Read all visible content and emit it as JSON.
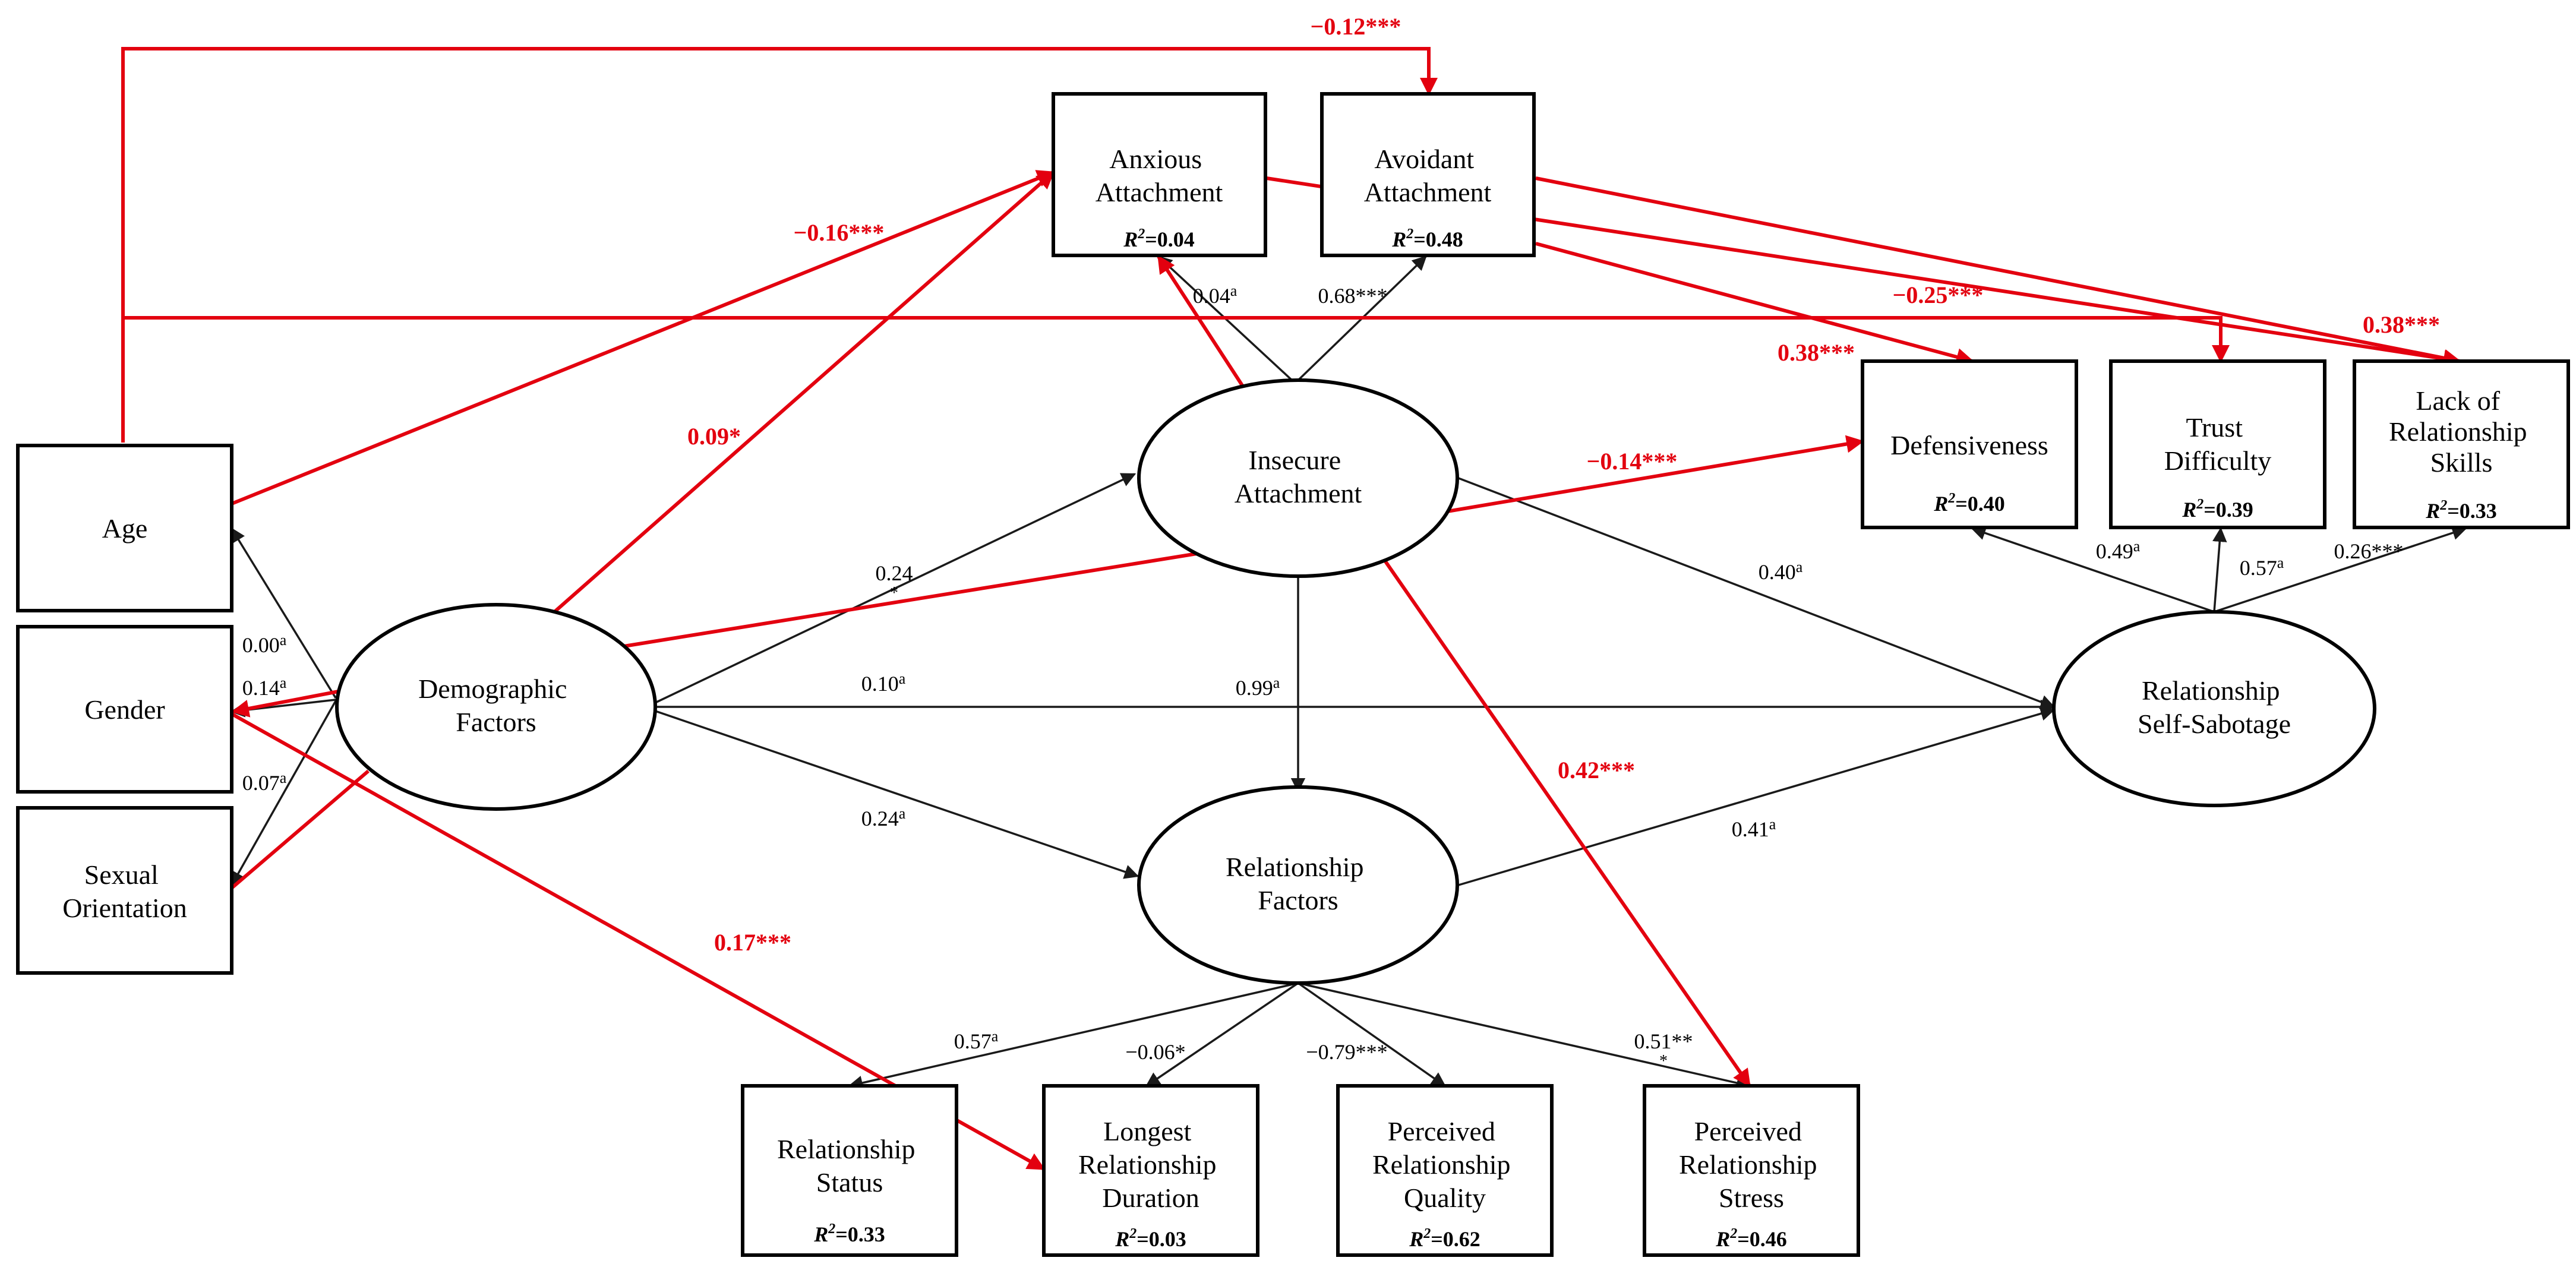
{
  "colors": {
    "significant": "#e3000f",
    "nonsignificant": "#1a1a1a",
    "node_stroke": "#000000",
    "background": "#ffffff"
  },
  "nodes": {
    "age": {
      "lines": [
        "Age"
      ]
    },
    "gender": {
      "lines": [
        "Gender"
      ]
    },
    "sexual_orientation": {
      "lines": [
        "Sexual",
        "Orientation"
      ]
    },
    "demographic_factors": {
      "lines": [
        "Demographic",
        "Factors"
      ]
    },
    "anxious_attachment": {
      "lines": [
        "Anxious",
        "Attachment"
      ],
      "r2": "0.04"
    },
    "avoidant_attachment": {
      "lines": [
        "Avoidant",
        "Attachment"
      ],
      "r2": "0.48"
    },
    "insecure_attachment": {
      "lines": [
        "Insecure",
        "Attachment"
      ]
    },
    "relationship_factors": {
      "lines": [
        "Relationship",
        "Factors"
      ]
    },
    "relationship_self_sabotage": {
      "lines": [
        "Relationship",
        "Self-Sabotage"
      ]
    },
    "defensiveness": {
      "lines": [
        "Defensiveness"
      ],
      "r2": "0.40"
    },
    "trust_difficulty": {
      "lines": [
        "Trust",
        "Difficulty"
      ],
      "r2": "0.39"
    },
    "lack_of_relationship_skills": {
      "lines": [
        "Lack of",
        "Relationship",
        "Skills"
      ],
      "r2": "0.33"
    },
    "relationship_status": {
      "lines": [
        "Relationship",
        "Status"
      ],
      "r2": "0.33"
    },
    "longest_relationship_duration": {
      "lines": [
        "Longest",
        "Relationship",
        "Duration"
      ],
      "r2": "0.03"
    },
    "perceived_relationship_quality": {
      "lines": [
        "Perceived",
        "Relationship",
        "Quality"
      ],
      "r2": "0.62"
    },
    "perceived_relationship_stress": {
      "lines": [
        "Perceived",
        "Relationship",
        "Stress"
      ],
      "r2": "0.46"
    }
  },
  "r2_prefix": "R",
  "r2_sup": "2",
  "r2_eq": "=",
  "coefficients": {
    "age_to_avoidant": {
      "value": "−0.12***"
    },
    "age_to_anxious": {
      "value": "−0.16***"
    },
    "age_to_trust": {
      "value": "−0.25***"
    },
    "avoidant_to_lack_skills": {
      "value": "0.38***"
    },
    "avoidant_to_defensiveness": {
      "value": "0.38***"
    },
    "demo_to_anxious": {
      "value": "0.09*"
    },
    "insecure_to_anxious": {
      "value": "0.04",
      "sup": "a"
    },
    "insecure_to_avoidant": {
      "value": "0.68***"
    },
    "demo_to_insecure": {
      "value": "0.24",
      "sub": "*"
    },
    "gender_to_defensiveness": {
      "value": "−0.14***"
    },
    "insecure_to_sabotage": {
      "value": "0.40",
      "sup": "a"
    },
    "sabotage_to_defensiveness": {
      "value": "0.49",
      "sup": "a"
    },
    "sabotage_to_trust": {
      "value": "0.57",
      "sup": "a"
    },
    "sabotage_to_lack_skills": {
      "value": "0.26***"
    },
    "demo_to_age": {
      "value": "0.00",
      "sup": "a"
    },
    "demo_to_gender": {
      "value": "0.14",
      "sup": "a"
    },
    "demo_to_sexual_orientation": {
      "value": "0.07",
      "sup": "a"
    },
    "demo_to_sabotage": {
      "value": "0.10",
      "sup": "a"
    },
    "insecure_to_relfactors": {
      "value": "0.99",
      "sup": "a"
    },
    "insecure_to_stress": {
      "value": "0.42***"
    },
    "demo_to_relfactors": {
      "value": "0.24",
      "sup": "a"
    },
    "relfactors_to_sabotage": {
      "value": "0.41",
      "sup": "a"
    },
    "gender_to_longest": {
      "value": "0.17***"
    },
    "relfactors_to_status": {
      "value": "0.57",
      "sup": "a"
    },
    "relfactors_to_longest": {
      "value": "−0.06*"
    },
    "relfactors_to_quality": {
      "value": "−0.79***"
    },
    "relfactors_to_stress": {
      "value": "0.51**",
      "sub": "*"
    }
  }
}
